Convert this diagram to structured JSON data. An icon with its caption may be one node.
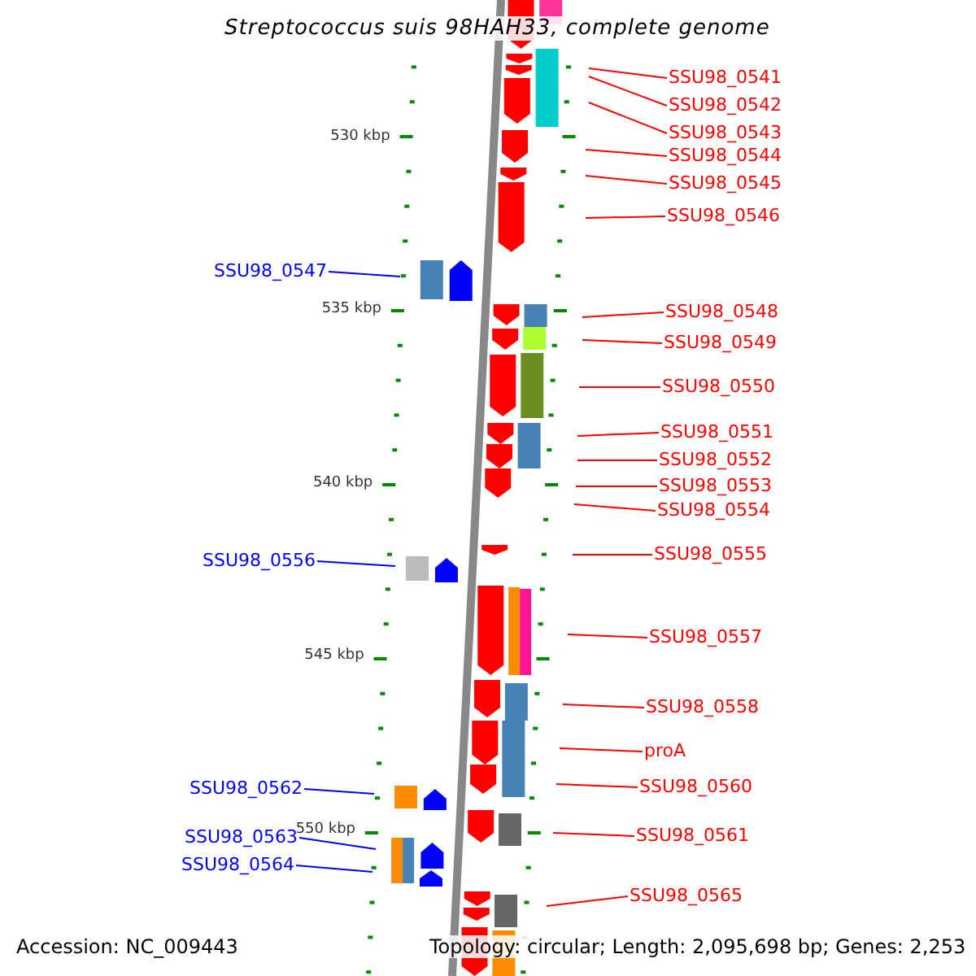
{
  "diagram": {
    "title": "Streptococcus suis 98HAH33, complete genome",
    "nodes": [
      {
        "text": [
          "SSU98_0541"
        ]
      },
      {
        "text": [
          "SSU98_0542"
        ]
      },
      {
        "text": [
          "SSU98_0543"
        ]
      },
      {
        "text": [
          "SSU98_0544"
        ]
      },
      {
        "text": [
          "SSU98_0545"
        ]
      },
      {
        "text": [
          "SSU98_0546"
        ]
      },
      {
        "text": [
          "SSU98_0547"
        ]
      },
      {
        "text": [
          "SSU98_0548"
        ]
      },
      {
        "text": [
          "SSU98_0549"
        ]
      },
      {
        "text": [
          "SSU98_0550"
        ]
      },
      {
        "text": [
          "SSU98_0551"
        ]
      },
      {
        "text": [
          "SSU98_0552"
        ]
      },
      {
        "text": [
          "SSU98_0553"
        ]
      },
      {
        "text": [
          "SSU98_0554"
        ]
      },
      {
        "text": [
          "SSU98_0555"
        ]
      },
      {
        "text": [
          "SSU98_0556"
        ]
      },
      {
        "text": [
          "SSU98_0557"
        ]
      },
      {
        "text": [
          "SSU98_0558"
        ]
      },
      {
        "text": [
          "proA"
        ]
      },
      {
        "text": [
          "SSU98_0560"
        ]
      },
      {
        "text": [
          "SSU98_0561"
        ]
      },
      {
        "text": [
          "SSU98_0562"
        ]
      },
      {
        "text": [
          "SSU98_0563"
        ]
      },
      {
        "text": [
          "SSU98_0564"
        ]
      },
      {
        "text": [
          "SSU98_0565"
        ]
      }
    ],
    "edges": [
      {
        "from": 0,
        "to": null,
        "arrow": "none"
      },
      {
        "from": 1,
        "to": null,
        "arrow": "none"
      },
      {
        "from": 2,
        "to": null,
        "arrow": "none"
      },
      {
        "from": 3,
        "to": null,
        "arrow": "none"
      },
      {
        "from": 4,
        "to": null,
        "arrow": "none"
      },
      {
        "from": 5,
        "to": null,
        "arrow": "none"
      },
      {
        "from": 6,
        "to": null,
        "arrow": "none",
        "color": "#0000ff"
      },
      {
        "from": 7,
        "to": null,
        "arrow": "none"
      },
      {
        "from": 8,
        "to": null,
        "arrow": "none"
      },
      {
        "from": 9,
        "to": null,
        "arrow": "none"
      },
      {
        "from": 10,
        "to": null,
        "arrow": "none"
      },
      {
        "from": 11,
        "to": null,
        "arrow": "none"
      },
      {
        "from": 12,
        "to": null,
        "arrow": "none"
      },
      {
        "from": 13,
        "to": null,
        "arrow": "none"
      },
      {
        "from": 14,
        "to": null,
        "arrow": "none"
      },
      {
        "from": 15,
        "to": null,
        "arrow": "none",
        "color": "#0000ff"
      },
      {
        "from": 16,
        "to": null,
        "arrow": "none"
      },
      {
        "from": 17,
        "to": null,
        "arrow": "none"
      },
      {
        "from": 18,
        "to": null,
        "arrow": "none"
      },
      {
        "from": 19,
        "to": null,
        "arrow": "none"
      },
      {
        "from": 20,
        "to": null,
        "arrow": "none"
      },
      {
        "from": 21,
        "to": null,
        "arrow": "none",
        "color": "#0000ff"
      },
      {
        "from": 22,
        "to": null,
        "arrow": "none",
        "color": "#0000ff"
      },
      {
        "from": 23,
        "to": null,
        "arrow": "none",
        "color": "#0000ff"
      },
      {
        "from": 24,
        "to": null,
        "arrow": "none"
      }
    ],
    "labels": [
      "530 kbp",
      "535 kbp",
      "540 kbp",
      "545 kbp",
      "550 kbp",
      "Accession: NC_009443",
      "Topology: circular; Length: 2,095,698 bp; Genes: 2,253"
    ]
  }
}
